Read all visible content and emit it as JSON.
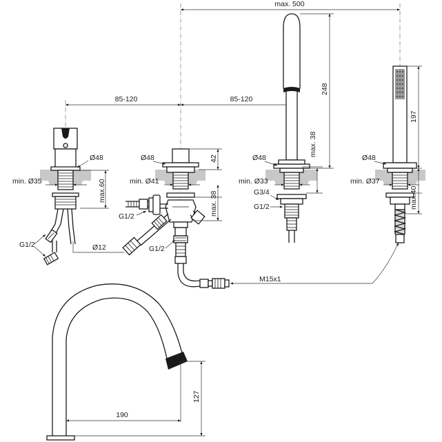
{
  "labels": {
    "max500": "max. 500",
    "d85_120_left": "85-120",
    "d85_120_right": "85-120",
    "h248": "248",
    "h197": "197",
    "h42": "42",
    "max38_spout": "max. 38",
    "max38_valve": "max. 38",
    "max60": "max.60",
    "max40": "max.40",
    "d48_1": "Ø48",
    "d48_2": "Ø48",
    "d48_3": "Ø48",
    "d48_4": "Ø48",
    "min35": "min. Ø35",
    "min41": "min. Ø41",
    "min33": "min. Ø33",
    "min37": "min. Ø37",
    "g34": "G3/4",
    "g12_shower": "G1/2",
    "g12_valve_left": "G1/2",
    "g12_valve_bottom": "G1/2",
    "g12_mixer": "G1/2",
    "d12": "Ø12",
    "m15x1": "M15x1",
    "w190": "190",
    "h127": "127"
  }
}
